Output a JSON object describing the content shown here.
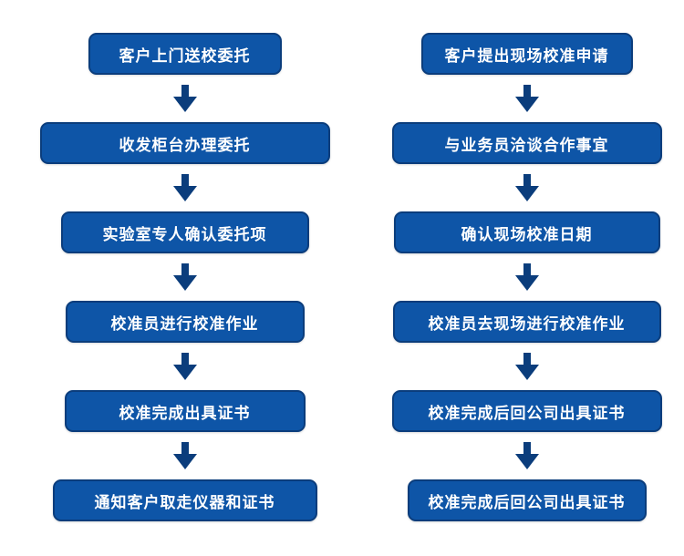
{
  "flowchart": {
    "title": "calibration-service-workflow",
    "columns": [
      {
        "id": "walk-in-calibration",
        "steps": [
          {
            "label": "客户上门送校委托"
          },
          {
            "label": "收发柜台办理委托"
          },
          {
            "label": "实验室专人确认委托项"
          },
          {
            "label": "校准员进行校准作业"
          },
          {
            "label": "校准完成出具证书"
          },
          {
            "label": "通知客户取走仪器和证书"
          }
        ]
      },
      {
        "id": "on-site-calibration",
        "steps": [
          {
            "label": "客户提出现场校准申请"
          },
          {
            "label": "与业务员洽谈合作事宜"
          },
          {
            "label": "确认现场校准日期"
          },
          {
            "label": "校准员去现场进行校准作业"
          },
          {
            "label": "校准完成后回公司出具证书"
          },
          {
            "label": "校准完成后回公司出具证书"
          }
        ]
      }
    ],
    "colors": {
      "box_fill": "#0e55a7",
      "box_border": "#0b3d7c",
      "arrow": "#0b3d7c",
      "text": "#ffffff",
      "background": "#ffffff"
    }
  }
}
